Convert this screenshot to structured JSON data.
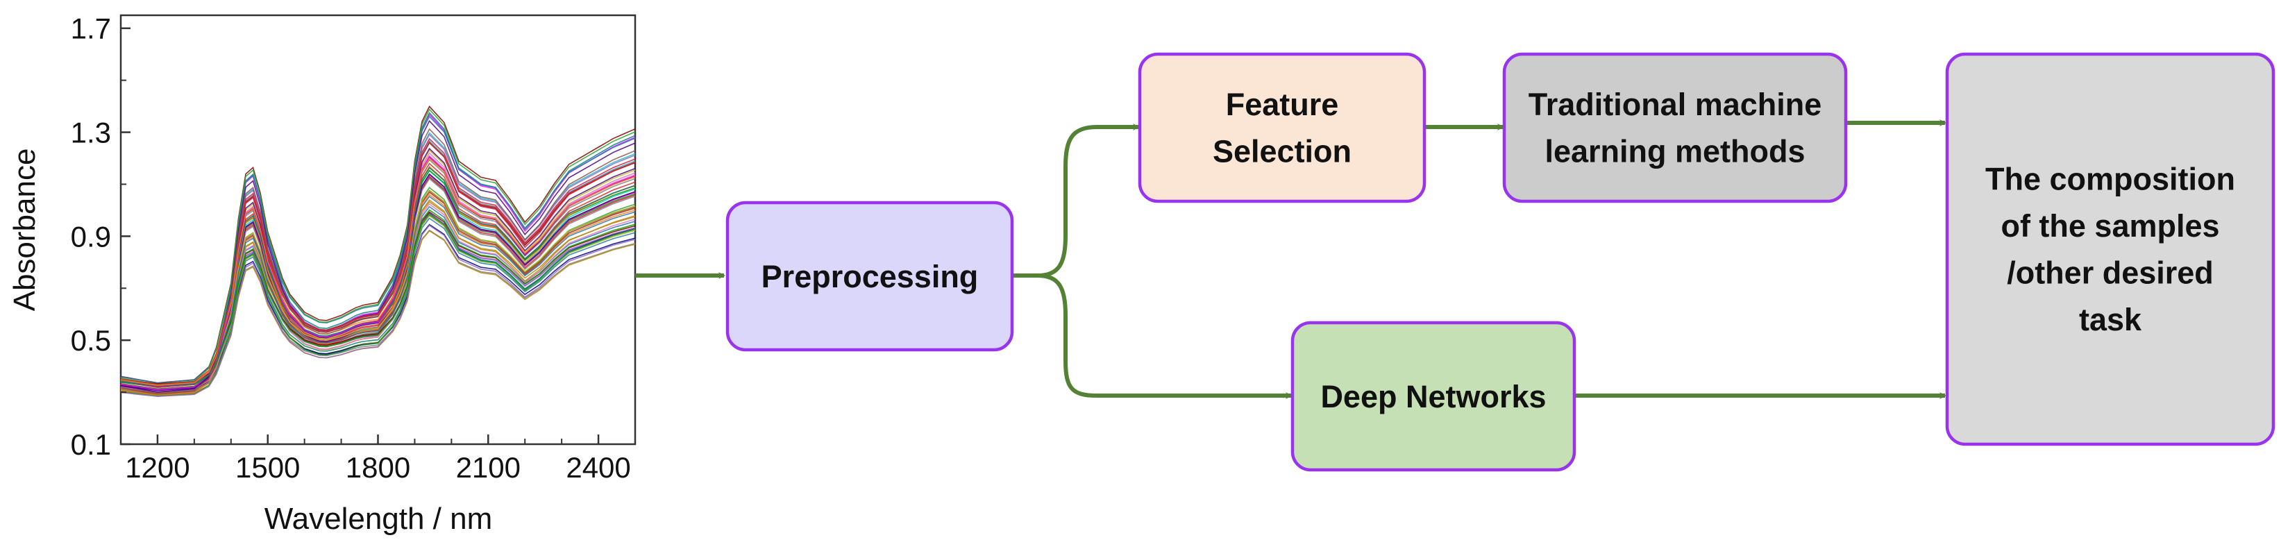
{
  "chart_data": {
    "type": "line",
    "xlabel": "Wavelength / nm",
    "ylabel": "Absorbance",
    "xlim": [
      1100,
      2500
    ],
    "ylim": [
      0.1,
      1.75
    ],
    "x_ticks": [
      1200,
      1500,
      1800,
      2100,
      2400
    ],
    "y_ticks": [
      0.1,
      0.5,
      0.9,
      1.3,
      1.7
    ],
    "grid": false,
    "series_count": 60,
    "representative_spectrum": {
      "x": [
        1100,
        1200,
        1300,
        1350,
        1400,
        1430,
        1450,
        1470,
        1500,
        1550,
        1600,
        1650,
        1700,
        1750,
        1800,
        1850,
        1880,
        1910,
        1940,
        1980,
        2020,
        2080,
        2120,
        2160,
        2200,
        2240,
        2280,
        2320,
        2380,
        2440,
        2500
      ],
      "y": [
        0.33,
        0.31,
        0.32,
        0.37,
        0.62,
        0.92,
        1.0,
        0.96,
        0.78,
        0.6,
        0.53,
        0.5,
        0.52,
        0.55,
        0.56,
        0.66,
        0.8,
        1.1,
        1.17,
        1.12,
        1.0,
        0.95,
        0.94,
        0.88,
        0.81,
        0.86,
        0.93,
        0.99,
        1.03,
        1.07,
        1.1
      ]
    }
  },
  "diagram": {
    "nodes": [
      {
        "id": "preprocessing",
        "lines": [
          "Preprocessing"
        ],
        "fill": "#dbd7fb"
      },
      {
        "id": "feature-selection",
        "lines": [
          "Feature",
          "Selection"
        ],
        "fill": "#fbe5d5"
      },
      {
        "id": "traditional-ml",
        "lines": [
          "Traditional machine",
          "learning methods"
        ],
        "fill": "#cccccc"
      },
      {
        "id": "deep-networks",
        "lines": [
          "Deep Networks"
        ],
        "fill": "#c5e0b4"
      },
      {
        "id": "output",
        "lines": [
          "The composition",
          "of the samples",
          "/other desired",
          "task"
        ],
        "fill": "#d9d9d9"
      }
    ],
    "box_border": "#9933ee",
    "arrow_color": "#548235"
  }
}
